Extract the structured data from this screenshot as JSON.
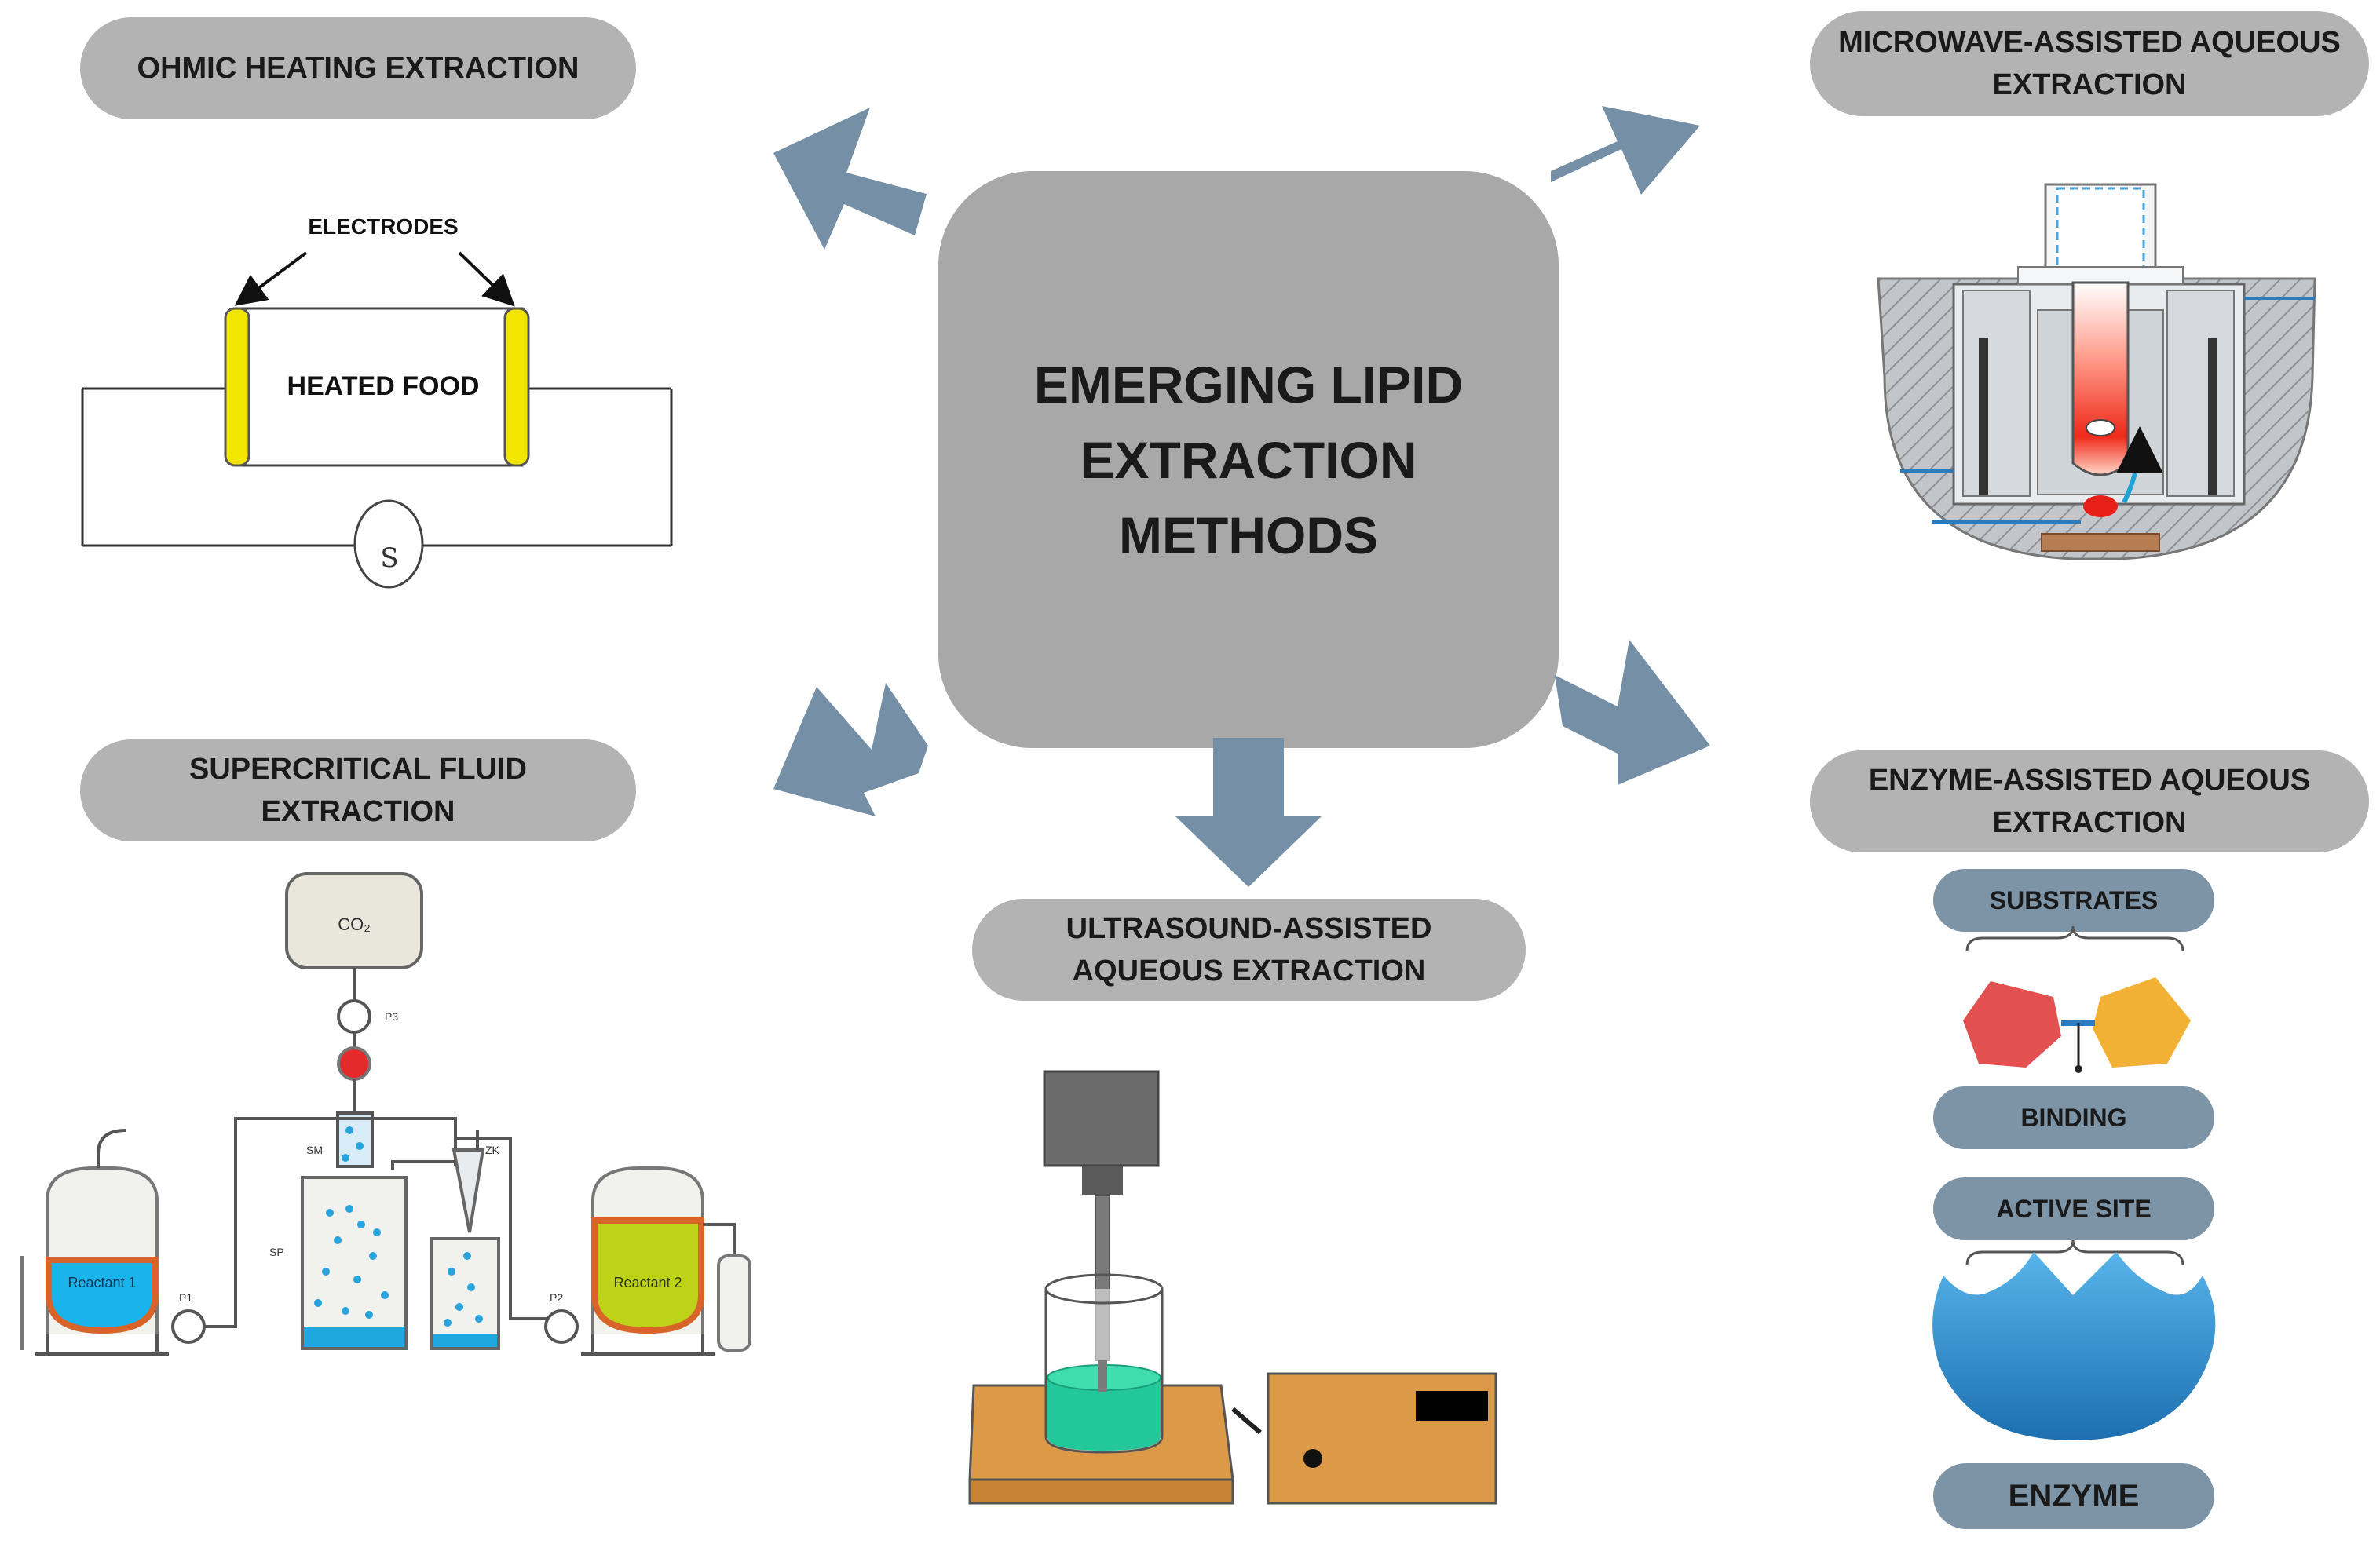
{
  "center": {
    "title": "EMERGING LIPID\nEXTRACTION\nMETHODS"
  },
  "methods": {
    "ohmic": {
      "title": "OHMIC HEATING EXTRACTION",
      "electrodes_label": "ELECTRODES",
      "heated_food_label": "HEATED FOOD",
      "source_label": "S"
    },
    "microwave": {
      "title": "MICROWAVE-ASSISTED AQUEOUS\nEXTRACTION"
    },
    "supercritical": {
      "title": "SUPERCRITICAL FLUID\nEXTRACTION",
      "co2_label": "CO₂",
      "p3_label": "P3",
      "sm_label": "SM",
      "sp_label": "SP",
      "zk_label": "ZK",
      "p1_label": "P1",
      "p2_label": "P2",
      "reactant1_label": "Reactant 1",
      "reactant2_label": "Reactant 2"
    },
    "ultrasound": {
      "title": "ULTRASOUND-ASSISTED\nAQUEOUS EXTRACTION"
    },
    "enzyme": {
      "title": "ENZYME-ASSISTED AQUEOUS\nEXTRACTION",
      "substrates_label": "SUBSTRATES",
      "binding_label": "BINDING",
      "active_site_label": "ACTIVE SITE",
      "enzyme_label": "ENZYME"
    }
  },
  "colors": {
    "arrow": "#7590a6",
    "pill": "#b3b3b3",
    "center_box": "#a8a8a8",
    "enzyme_pill": "#7d93a6",
    "electrode": "#f2e600",
    "enzyme_blue": "#2a86c8",
    "substrate_red": "#e2504f",
    "substrate_yellow": "#f2b135",
    "liquid_green": "#22c79a",
    "device_orange": "#dc9a48"
  }
}
